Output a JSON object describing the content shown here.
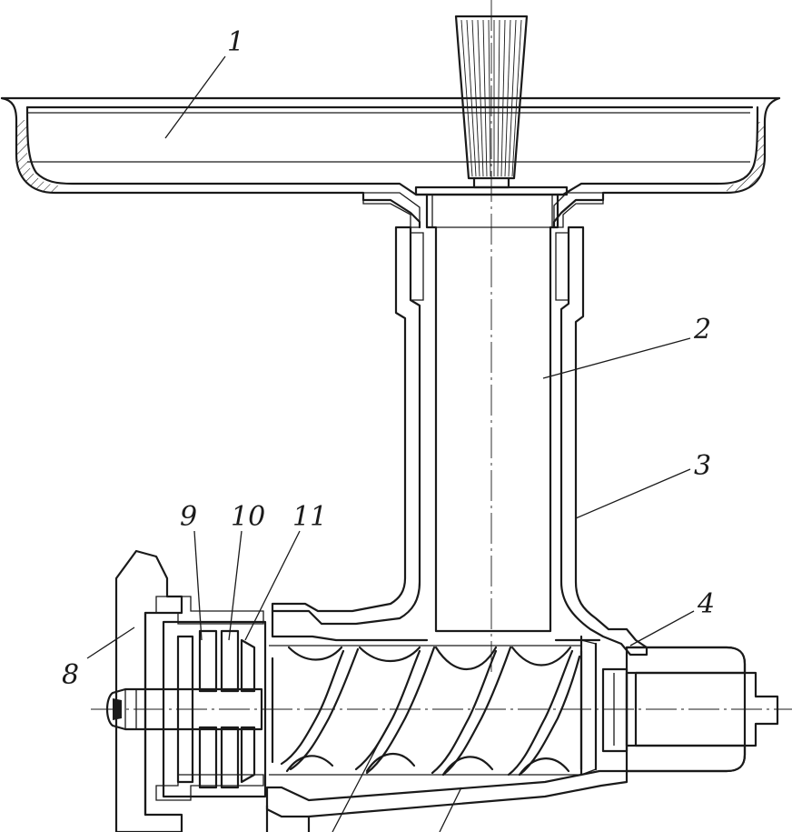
{
  "diagram": {
    "callouts": [
      {
        "id": "1",
        "text": "1"
      },
      {
        "id": "2",
        "text": "2"
      },
      {
        "id": "3",
        "text": "3"
      },
      {
        "id": "4",
        "text": "4"
      },
      {
        "id": "8",
        "text": "8"
      },
      {
        "id": "9",
        "text": "9"
      },
      {
        "id": "10",
        "text": "10"
      },
      {
        "id": "11",
        "text": "11"
      }
    ]
  }
}
